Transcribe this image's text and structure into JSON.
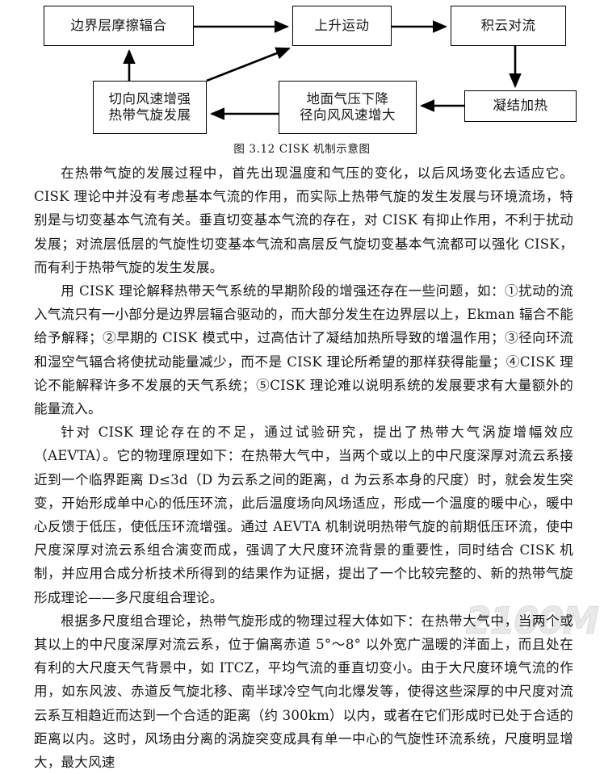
{
  "figure": {
    "caption": "图 3.12  CISK 机制示意图",
    "nodes": [
      {
        "id": "pbl",
        "lines": [
          "边界层摩擦辐合"
        ]
      },
      {
        "id": "up",
        "lines": [
          "上升运动"
        ]
      },
      {
        "id": "cum",
        "lines": [
          "积云对流"
        ]
      },
      {
        "id": "tang",
        "lines": [
          "切向风速增强",
          "热带气旋发展"
        ]
      },
      {
        "id": "press",
        "lines": [
          "地面气压下降",
          "径向风风速增大"
        ]
      },
      {
        "id": "cond",
        "lines": [
          "凝结加热"
        ]
      }
    ],
    "edges": [
      {
        "from": "pbl",
        "to": "up",
        "direction": "right"
      },
      {
        "from": "up",
        "to": "cum",
        "direction": "right"
      },
      {
        "from": "cum",
        "to": "cond",
        "direction": "down"
      },
      {
        "from": "cond",
        "to": "press",
        "direction": "left"
      },
      {
        "from": "press",
        "to": "tang",
        "direction": "left"
      },
      {
        "from": "tang",
        "to": "pbl",
        "direction": "up"
      },
      {
        "from": "tang",
        "to": "up",
        "direction": "diagonal-up-right"
      }
    ],
    "line_color": "#000000"
  },
  "body": {
    "paragraphs": [
      "在热带气旋的发展过程中，首先出现温度和气压的变化，以后风场变化去适应它。CISK 理论中并没有考虑基本气流的作用，而实际上热带气旋的发生发展与环境流场，特别是与切变基本气流有关。垂直切变基本气流的存在，对 CISK 有抑止作用，不利于扰动发展；对流层低层的气旋性切变基本气流和高层反气旋切变基本气流都可以强化 CISK，而有利于热带气旋的发生发展。",
      "用 CISK 理论解释热带天气系统的早期阶段的增强还存在一些问题，如：①扰动的流入气流只有一小部分是边界层辐合驱动的，而大部分发生在边界层以上，Ekman 辐合不能给予解释；②早期的 CISK 模式中，过高估计了凝结加热所导致的增温作用；③径向环流和湿空气辐合将使扰动能量减少，而不是 CISK 理论所希望的那样获得能量；④CISK 理论不能解释许多不发展的天气系统；⑤CISK 理论难以说明系统的发展要求有大量额外的能量流入。",
      "针对 CISK 理论存在的不足，通过试验研究，提出了热带大气涡旋增幅效应（AEVTA）。它的物理原理如下：在热带大气中，当两个或以上的中尺度深厚对流云系接近到一个临界距离 D≤3d（D 为云系之间的距离，d 为云系本身的尺度）时，就会发生突变，开始形成单中心的低压环流，此后温度场向风场适应，形成一个温度的暖中心，暖中心反馈于低压，使低压环流增强。通过 AEVTA 机制说明热带气旋的前期低压环流，使中尺度深厚对流云系组合演变而成，强调了大尺度环流背景的重要性，同时结合 CISK 机制，并应用合成分析技术所得到的结果作为证据，提出了一个比较完整的、新的热带气旋形成理论——多尺度组合理论。",
      "根据多尺度组合理论，热带气旋形成的物理过程大体如下：在热带大气中，当两个或其以上的中尺度深厚对流云系，位于偏离赤道 5°～8° 以外宽广温暖的洋面上，而且处在有利的大尺度天气背景中，如 ITCZ，平均气流的垂直切变小。由于大尺度环境气流的作用，如东风波、赤道反气旋北移、南半球冷空气向北爆发等，使得这些深厚的中尺度对流云系互相趋近而达到一个合适的距离（约 300km）以内，或者在它们形成时已处于合适的距离以内。这时，风场由分离的涡旋突变成具有单一中心的气旋性环流系统，尺度明显增大，最大风速"
    ]
  },
  "watermark": {
    "text": "2100M"
  }
}
